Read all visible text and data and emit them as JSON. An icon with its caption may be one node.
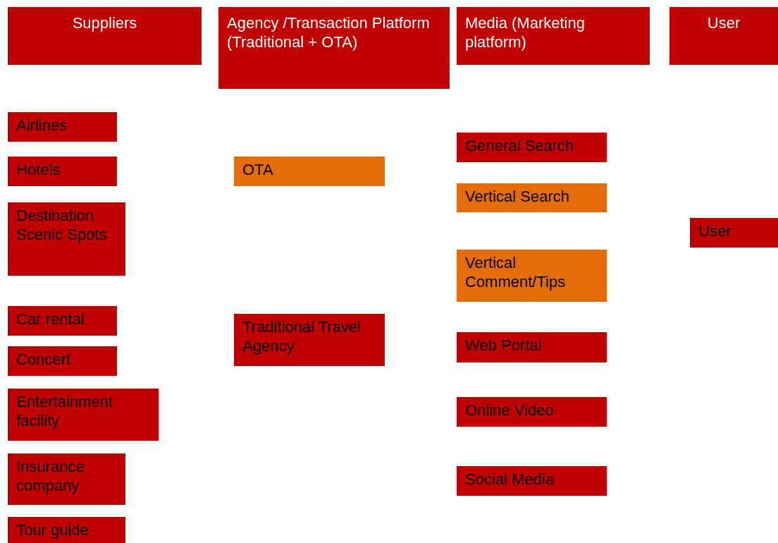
{
  "diagram": {
    "nodes": [
      {
        "text": [
          "Suppliers"
        ]
      },
      {
        "text": [
          "Agency /Transaction Platform (Traditional + OTA)"
        ]
      },
      {
        "text": [
          "Media (Marketing platform)"
        ]
      },
      {
        "text": [
          "User"
        ]
      },
      {
        "text": [
          "Airlines"
        ]
      },
      {
        "text": [
          "Hotels"
        ]
      },
      {
        "text": [
          "Destination Scenic Spots"
        ]
      },
      {
        "text": [
          "Car rental"
        ]
      },
      {
        "text": [
          "Concert"
        ]
      },
      {
        "text": [
          "Entertainment facility"
        ]
      },
      {
        "text": [
          "Insurance company"
        ]
      },
      {
        "text": [
          "Tour guide"
        ]
      },
      {
        "text": [
          "OTA"
        ]
      },
      {
        "text": [
          "Traditional Travel Agency"
        ]
      },
      {
        "text": [
          "General Search"
        ]
      },
      {
        "text": [
          "Vertical Search"
        ]
      },
      {
        "text": [
          "Vertical Comment/Tips"
        ]
      },
      {
        "text": [
          "Web Portal"
        ]
      },
      {
        "text": [
          "Online Video"
        ]
      },
      {
        "text": [
          "Social Media"
        ]
      },
      {
        "text": [
          "User"
        ]
      }
    ]
  }
}
